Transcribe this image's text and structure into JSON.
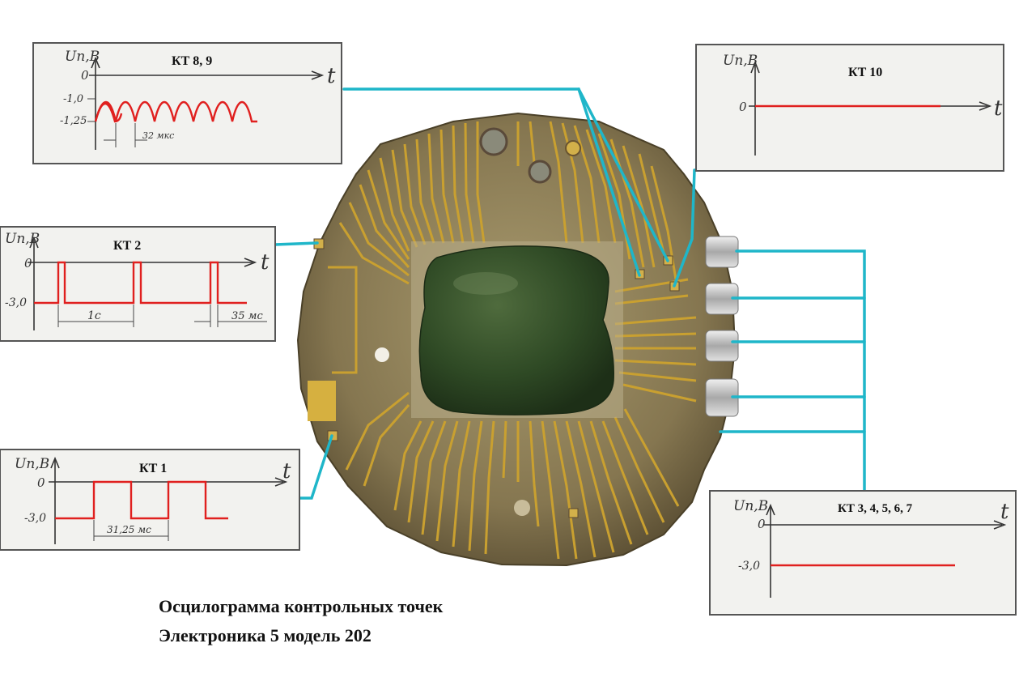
{
  "caption": {
    "line1": "Осцилограмма контрольных точек",
    "line2": "Электроника 5 модель 202"
  },
  "axis": {
    "y_unit": "Un,B",
    "t": "t"
  },
  "panels": {
    "kt89": {
      "title": "КТ 8, 9",
      "y0": "0",
      "y1": "-1,0",
      "y2": "-1,25",
      "dim": "32 мкс"
    },
    "kt10": {
      "title": "КТ 10",
      "y0": "0"
    },
    "kt2": {
      "title": "КТ 2",
      "y0": "0",
      "y1": "-3,0",
      "dim1": "1с",
      "dim2": "35 мс"
    },
    "kt1": {
      "title": "КТ 1",
      "y0": "0",
      "y1": "-3,0",
      "dim": "31,25 мс"
    },
    "kt3": {
      "title": "КТ 3, 4, 5, 6, 7",
      "y0": "0",
      "y1": "-3,0"
    }
  },
  "colors": {
    "signal": "#e0201f",
    "connector": "#1fb6c9",
    "gold": "#c9a030",
    "board": "#8a7a52",
    "compound": "#2e4a24"
  }
}
